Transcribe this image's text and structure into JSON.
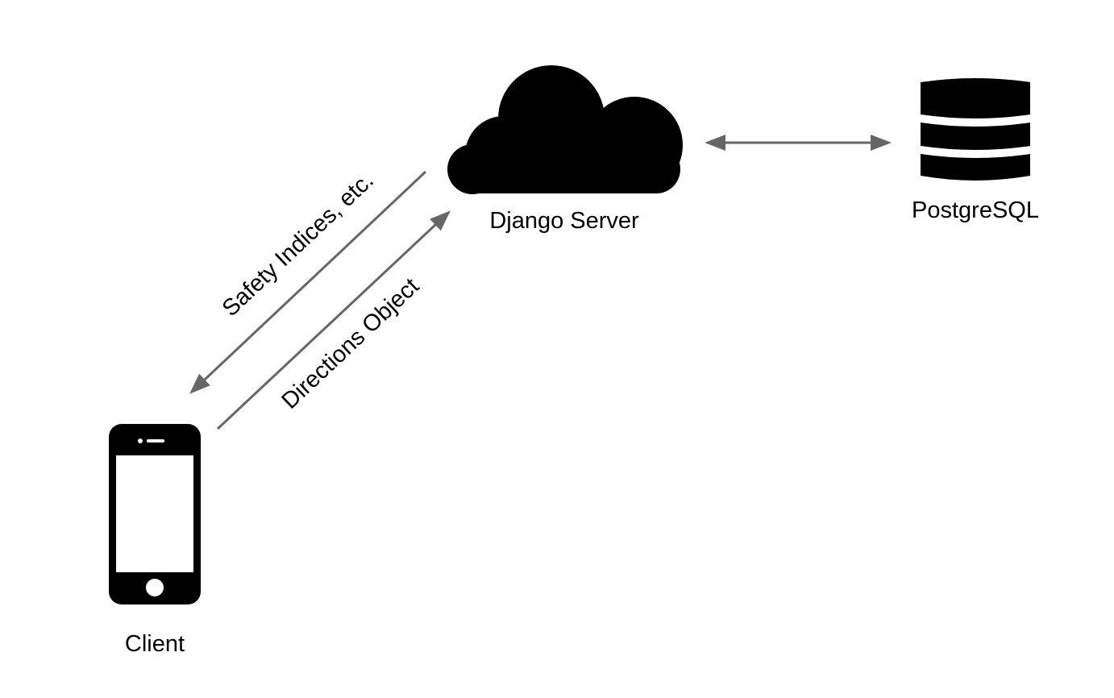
{
  "nodes": {
    "client": {
      "label": "Client",
      "icon": "smartphone-icon"
    },
    "server": {
      "label": "Django Server",
      "icon": "cloud-icon"
    },
    "database": {
      "label": "PostgreSQL",
      "icon": "database-icon"
    }
  },
  "edges": {
    "server_to_client": {
      "label": "Safety Indices, etc.",
      "direction": "server-to-client"
    },
    "client_to_server": {
      "label": "Directions Object",
      "direction": "client-to-server"
    },
    "server_database": {
      "label": "",
      "direction": "bidirectional"
    }
  },
  "colors": {
    "icon": "#000000",
    "arrow": "#666666",
    "background": "#ffffff"
  }
}
